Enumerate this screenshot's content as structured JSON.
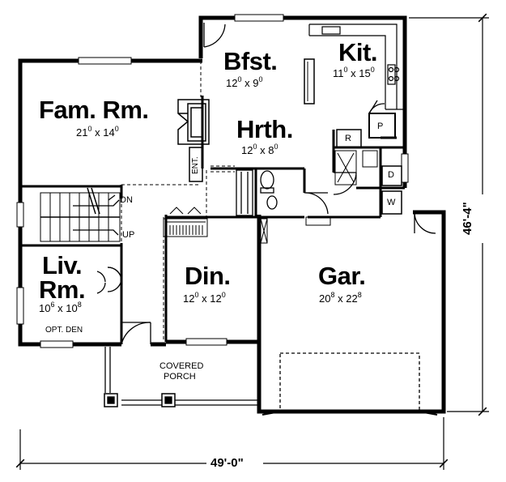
{
  "rooms": {
    "bfst": {
      "name": "Bfst.",
      "w_ft": "12",
      "w_in": "0",
      "d_ft": "9",
      "d_in": "0"
    },
    "kit": {
      "name": "Kit.",
      "w_ft": "11",
      "w_in": "0",
      "d_ft": "15",
      "d_in": "0"
    },
    "fam": {
      "name": "Fam. Rm.",
      "w_ft": "21",
      "w_in": "0",
      "d_ft": "14",
      "d_in": "0"
    },
    "hrth": {
      "name": "Hrth.",
      "w_ft": "12",
      "w_in": "0",
      "d_ft": "8",
      "d_in": "0"
    },
    "liv": {
      "name_line1": "Liv.",
      "name_line2": "Rm.",
      "w_ft": "10",
      "w_in": "6",
      "d_ft": "10",
      "d_in": "8",
      "note": "OPT. DEN"
    },
    "din": {
      "name": "Din.",
      "w_ft": "12",
      "w_in": "0",
      "d_ft": "12",
      "d_in": "0"
    },
    "gar": {
      "name": "Gar.",
      "w_ft": "20",
      "w_in": "8",
      "d_ft": "22",
      "d_in": "8"
    }
  },
  "labels": {
    "ent": "ENT.",
    "dn": "DN",
    "up": "UP",
    "r": "R",
    "p": "P",
    "d": "D",
    "w": "W",
    "porch_line1": "COVERED",
    "porch_line2": "PORCH",
    "x": "x"
  },
  "overall": {
    "width": "49'-0\"",
    "depth": "46'-4\""
  }
}
